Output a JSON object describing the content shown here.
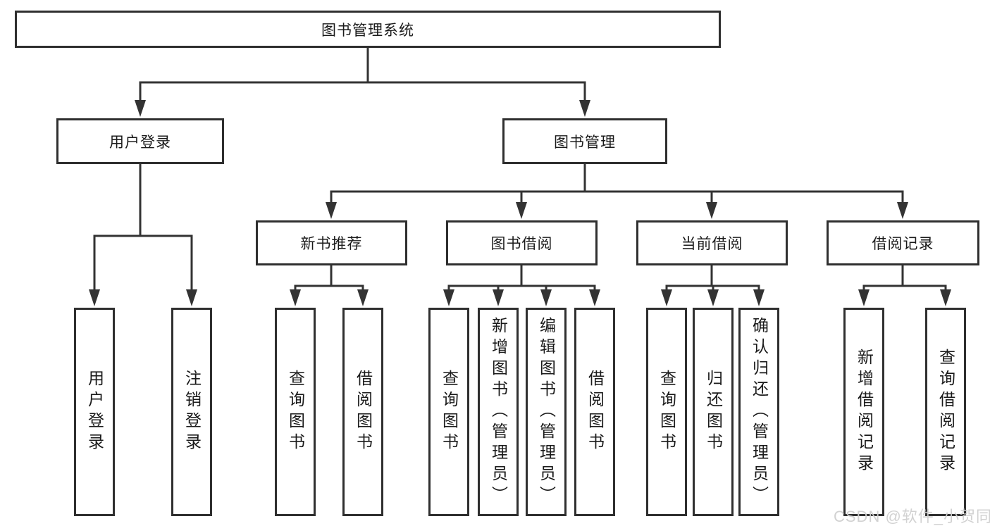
{
  "diagram": {
    "tree": {
      "label": "图书管理系统",
      "children": [
        {
          "label": "用户登录",
          "children": [
            {
              "label": "用户登录"
            },
            {
              "label": "注销登录"
            }
          ]
        },
        {
          "label": "图书管理",
          "children": [
            {
              "label": "新书推荐",
              "children": [
                {
                  "label": "查询图书"
                },
                {
                  "label": "借阅图书"
                }
              ]
            },
            {
              "label": "图书借阅",
              "children": [
                {
                  "label": "查询图书"
                },
                {
                  "label": "新增图书（管理员）"
                },
                {
                  "label": "编辑图书（管理员）"
                },
                {
                  "label": "借阅图书"
                }
              ]
            },
            {
              "label": "当前借阅",
              "children": [
                {
                  "label": "查询图书"
                },
                {
                  "label": "归还图书"
                },
                {
                  "label": "确认归还（管理员）"
                }
              ]
            },
            {
              "label": "借阅记录",
              "children": [
                {
                  "label": "新增借阅记录"
                },
                {
                  "label": "查询借阅记录"
                }
              ]
            }
          ]
        }
      ]
    },
    "colors": {
      "line": "#333333",
      "box_border": "#2f2f2f",
      "text": "#1a1a1a",
      "background": "#ffffff",
      "watermark": "#d0d0d0"
    }
  },
  "watermark": {
    "text": "CSDN @软件_小贺同学"
  }
}
